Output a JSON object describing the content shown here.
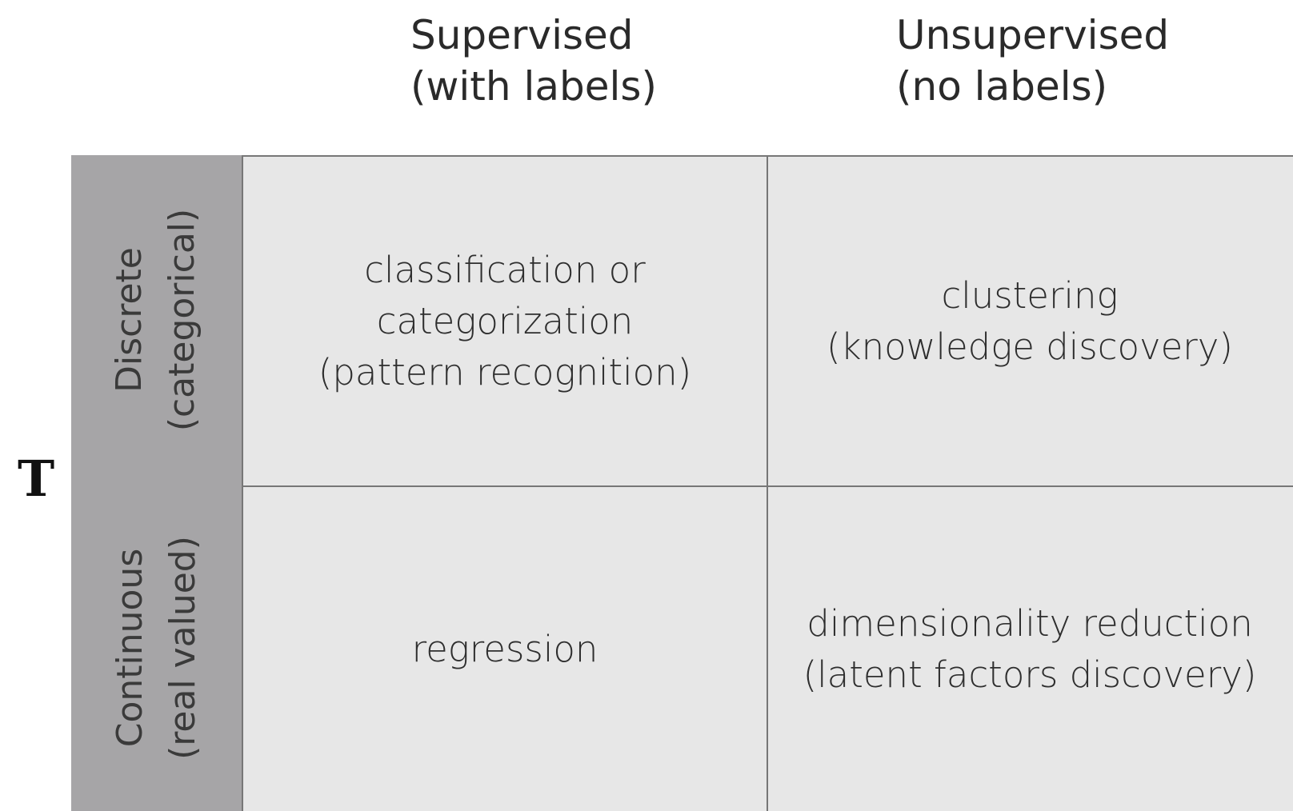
{
  "columns": {
    "supervised": {
      "line1": "Supervised",
      "line2": "(with labels)"
    },
    "unsupervised": {
      "line1": "Unsupervised",
      "line2": "(no labels)"
    }
  },
  "axis_letter": "T",
  "rows": {
    "discrete": {
      "line1": "Discrete",
      "line2": "(categorical)"
    },
    "continuous": {
      "line1": "Continuous",
      "line2": "(real valued)"
    }
  },
  "cells": {
    "classification": {
      "line1": "classification or",
      "line2": "categorization",
      "line3": "(pattern recognition)"
    },
    "clustering": {
      "line1": "clustering",
      "line2": "(knowledge discovery)"
    },
    "regression": {
      "line1": "regression"
    },
    "dimensionality_reduction": {
      "line1": "dimensionality reduction",
      "line2": "(latent factors discovery)"
    }
  },
  "colors": {
    "row_band": "#a6a5a7",
    "grid_fill": "#e7e7e7",
    "grid_lines": "#777777"
  }
}
